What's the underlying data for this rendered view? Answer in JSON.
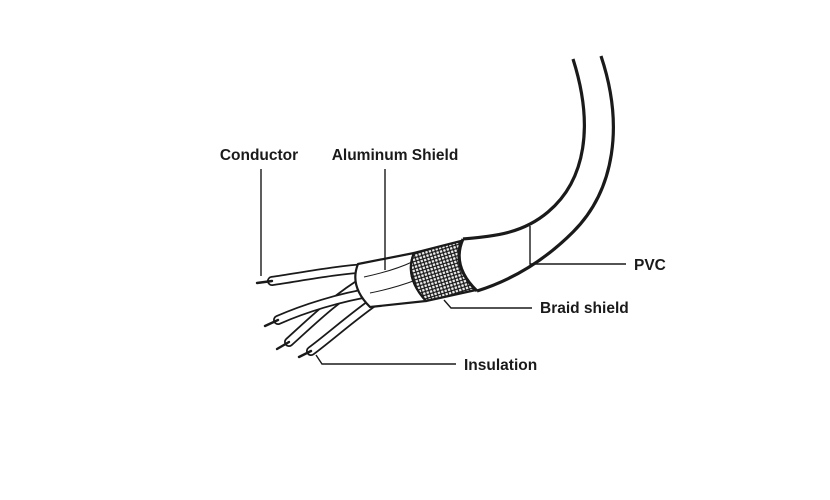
{
  "diagram": {
    "labels": {
      "conductor": "Conductor",
      "aluminum_shield": "Aluminum Shield",
      "pvc": "PVC",
      "braid_shield": "Braid shield",
      "insulation": "Insulation"
    },
    "colors": {
      "line": "#1a1a1a",
      "background": "#ffffff",
      "braid_texture": "#141414"
    }
  }
}
